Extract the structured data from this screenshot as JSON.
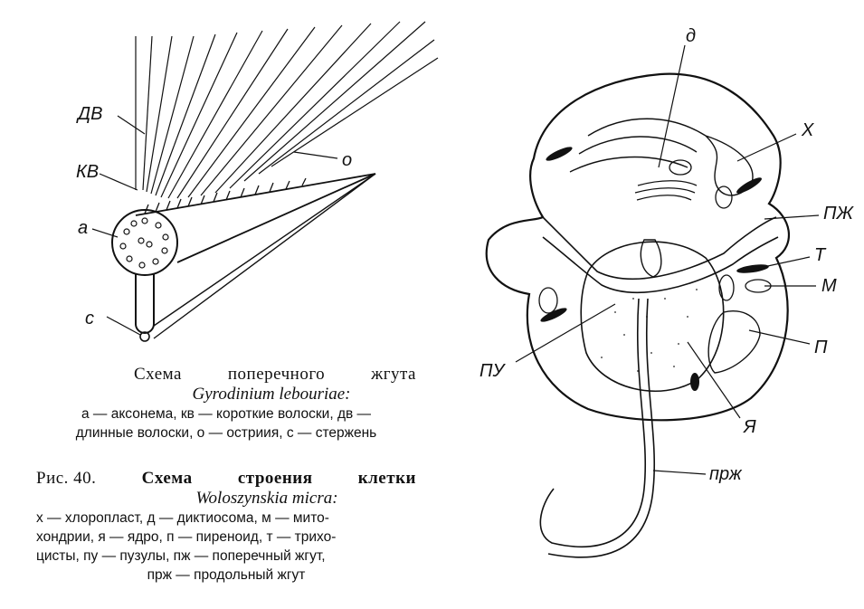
{
  "flagellum_figure": {
    "labels": {
      "dv": "ДВ",
      "kv": "КВ",
      "o": "о",
      "a": "а",
      "c": "с"
    }
  },
  "cell_figure": {
    "labels": {
      "d": "д",
      "x": "Х",
      "pzh": "ПЖ",
      "t": "Т",
      "m": "М",
      "p": "П",
      "ya": "Я",
      "pu": "ПУ",
      "przh": "прж"
    }
  },
  "caption_flagellum": {
    "title_words": [
      "Схема",
      "поперечного",
      "жгута"
    ],
    "species": "Gyrodinium lebouriae:",
    "legend_line1": "а — аксонема, кв — короткие волоски, дв —",
    "legend_line2": "длинные волоски, о — остриия, с — стержень"
  },
  "caption_cell": {
    "title_words": [
      "Рис. 40.",
      "Схема",
      "строения",
      "клетки"
    ],
    "species": "Woloszynskia micra:",
    "legend_line1": "х — хлоропласт, д — диктиосома, м — мито-",
    "legend_line2": "хондрии, я — ядро, п — пиреноид, т — трихо-",
    "legend_line3": "цисты, пу — пузулы, пж — поперечный жгут,",
    "legend_line4": "прж — продольный жгут"
  }
}
